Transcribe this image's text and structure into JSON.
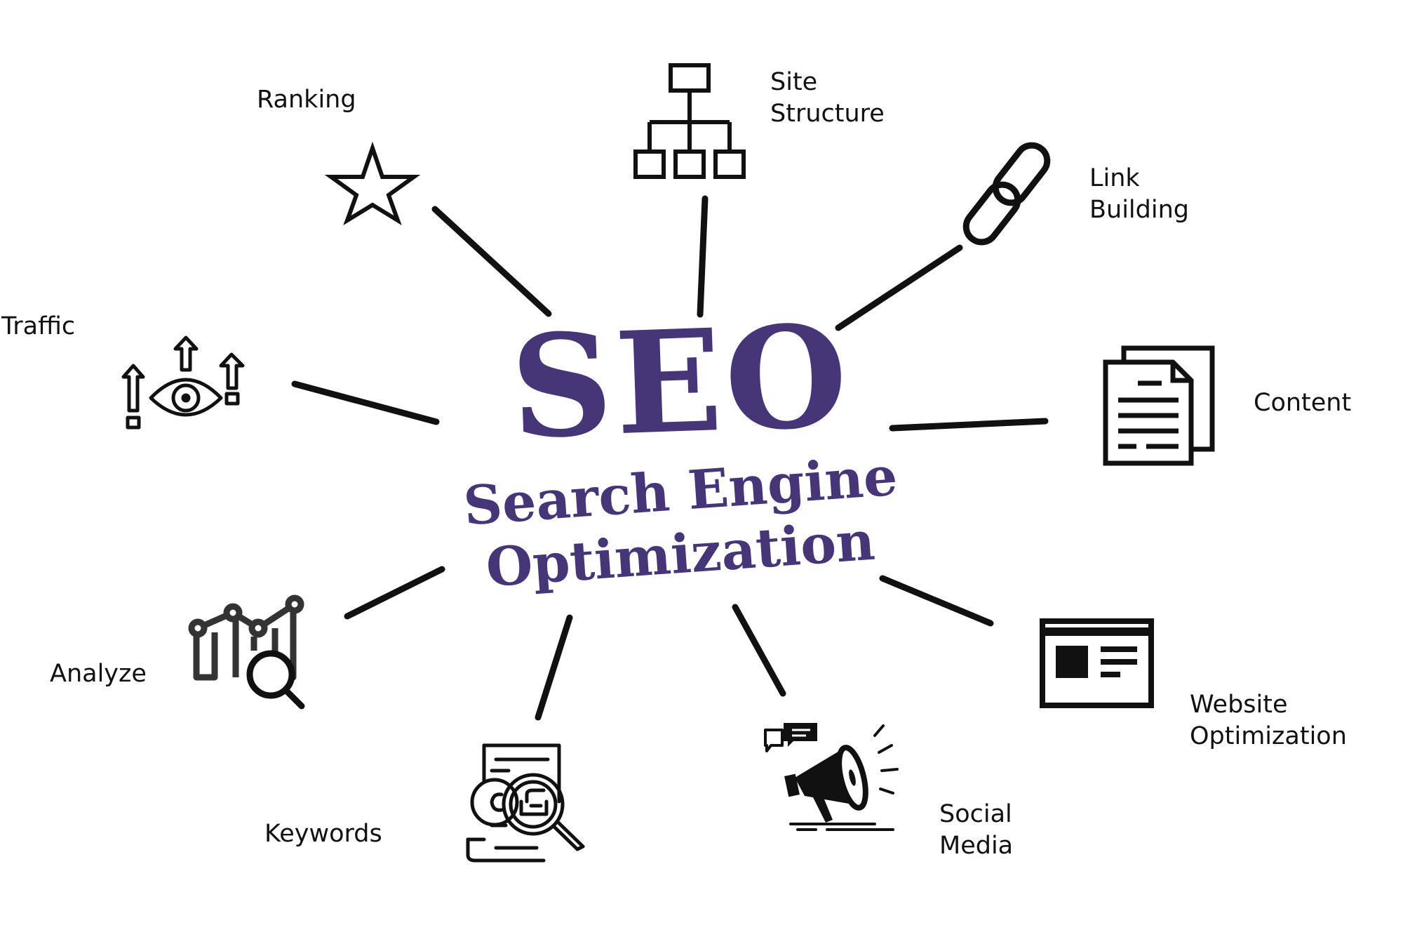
{
  "center": {
    "acronym": "SEO",
    "line1": "Search Engine",
    "line2": "Optimization",
    "color": "#463577"
  },
  "nodes": {
    "ranking": {
      "label": "Ranking",
      "icon": "star-icon"
    },
    "site_structure": {
      "label_line1": "Site",
      "label_line2": "Structure",
      "icon": "sitemap-icon"
    },
    "link_building": {
      "label_line1": "Link",
      "label_line2": "Building",
      "icon": "chain-link-icon"
    },
    "traffic": {
      "label": "Traffic",
      "icon": "eye-arrows-icon"
    },
    "content": {
      "label": "Content",
      "icon": "documents-icon"
    },
    "analyze": {
      "label": "Analyze",
      "icon": "chart-magnifier-icon"
    },
    "website_optimization": {
      "label_line1": "Website",
      "label_line2": "Optimization",
      "icon": "browser-window-icon"
    },
    "keywords": {
      "label": "Keywords",
      "icon": "document-search-icon"
    },
    "social_media": {
      "label_line1": "Social",
      "label_line2": "Media",
      "icon": "megaphone-icon"
    }
  },
  "colors": {
    "ink": "#111111",
    "accent": "#463577"
  }
}
